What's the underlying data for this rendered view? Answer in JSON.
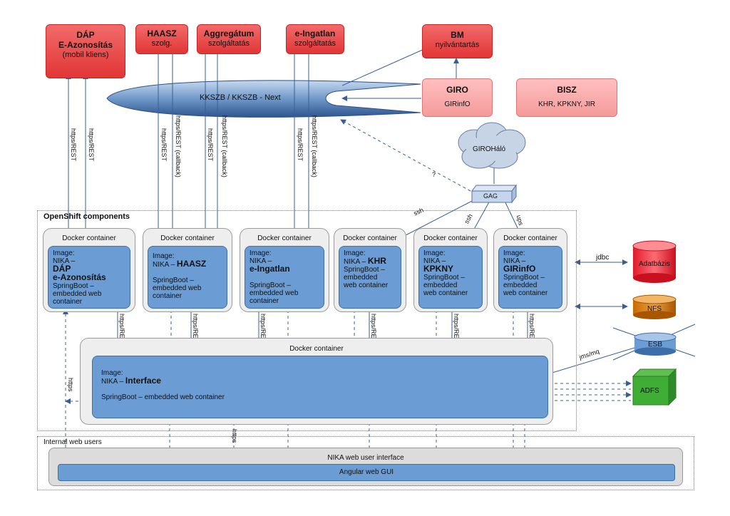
{
  "top": {
    "dap": {
      "l1": "DÁP",
      "l2": "E-Azonosítás",
      "l3": "(mobil kliens)"
    },
    "haasz": {
      "l1": "HAASZ",
      "l2": "szolg."
    },
    "aggr": {
      "l1": "Aggregátum",
      "l2": "szolgáltatás"
    },
    "eing": {
      "l1": "e-Ingatlan",
      "l2": "szolgáltatás"
    },
    "bm": {
      "l1": "BM",
      "l2": "nyilvántartás"
    }
  },
  "kkszb": "KKSZB / KKSZB - Next",
  "giro": {
    "title": "GIRO",
    "sub": "GIRinfO"
  },
  "bisz": {
    "title": "BISZ",
    "sub": "KHR, KPKNY, JIR"
  },
  "girohalo": "GIROHáló",
  "gag": "GAG",
  "question": "?",
  "labels": {
    "https_rest": "https/REST",
    "https_rest_cb": "https/REST (callback)",
    "ssh": "ssh",
    "ups": "ups",
    "https": "https",
    "jdbc": "jdbc",
    "jms": "jms/mq"
  },
  "openshift_title": "OpenShift components",
  "docker_label": "Docker container",
  "containers": [
    {
      "l1": "Image:",
      "l2": "NIKA –",
      "title1": "DÁP",
      "title2": "e-Azonosítás",
      "d1": "SpringBoot –",
      "d2": "embedded web",
      "d3": "container"
    },
    {
      "l1": "Image:",
      "l2": "NIKA –",
      "title1": "HAASZ",
      "d1": "SpringBoot –",
      "d2": "embedded web",
      "d3": "container"
    },
    {
      "l1": "Image:",
      "l2": "NIKA –",
      "title1": "e-Ingatlan",
      "d1": "SpringBoot –",
      "d2": "embedded web",
      "d3": "container"
    },
    {
      "l1": "Image:",
      "l2": "NIKA –",
      "title1": "KHR",
      "d1": "SpringBoot –",
      "d2": "embedded",
      "d3": "web container"
    },
    {
      "l1": "Image:",
      "l2": "NIKA –",
      "title1": "KPKNY",
      "d1": "SpringBoot –",
      "d2": "embedded",
      "d3": "web container"
    },
    {
      "l1": "Image:",
      "l2": "NIKA –",
      "title1": "GIRinfO",
      "d1": "SpringBoot –",
      "d2": "embedded",
      "d3": "web container"
    }
  ],
  "interface": {
    "l1": "Image:",
    "l2": "NIKA –",
    "title": "Interface",
    "desc": "SpringBoot – embedded web container"
  },
  "side": {
    "adatbazis": "Adatbázis",
    "nfs": "NFS",
    "esb": "ESB",
    "adfs": "ADFS"
  },
  "internal": {
    "title": "Internal web users",
    "ui": "NIKA web user interface",
    "gui": "Angular web GUI"
  },
  "colors": {
    "red": "#e23636",
    "pink": "#f59a9a",
    "blue": "#6b9cd3",
    "navy": "#3a5f95"
  }
}
